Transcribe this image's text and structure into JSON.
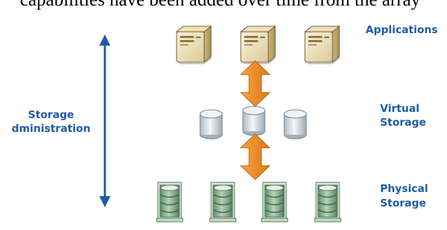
{
  "header": {
    "partial_text": "capabilities have been added over time from the array"
  },
  "left_label": {
    "line1": "Storage",
    "line2": "dministration"
  },
  "layers": {
    "applications": {
      "label": "Applications"
    },
    "virtual": {
      "line1": "Virtual",
      "line2": "Storage"
    },
    "physical": {
      "line1": "Physical",
      "line2": "Storage"
    }
  },
  "colors": {
    "label_blue": "#1f5aa8",
    "arrow_orange": "#f08a1c",
    "disk_green": "#7fae87",
    "cylinder_gray": "#c9d3da"
  },
  "icons": [
    "server-icon",
    "cylinder-icon",
    "disk-array-icon",
    "double-arrow-icon"
  ]
}
